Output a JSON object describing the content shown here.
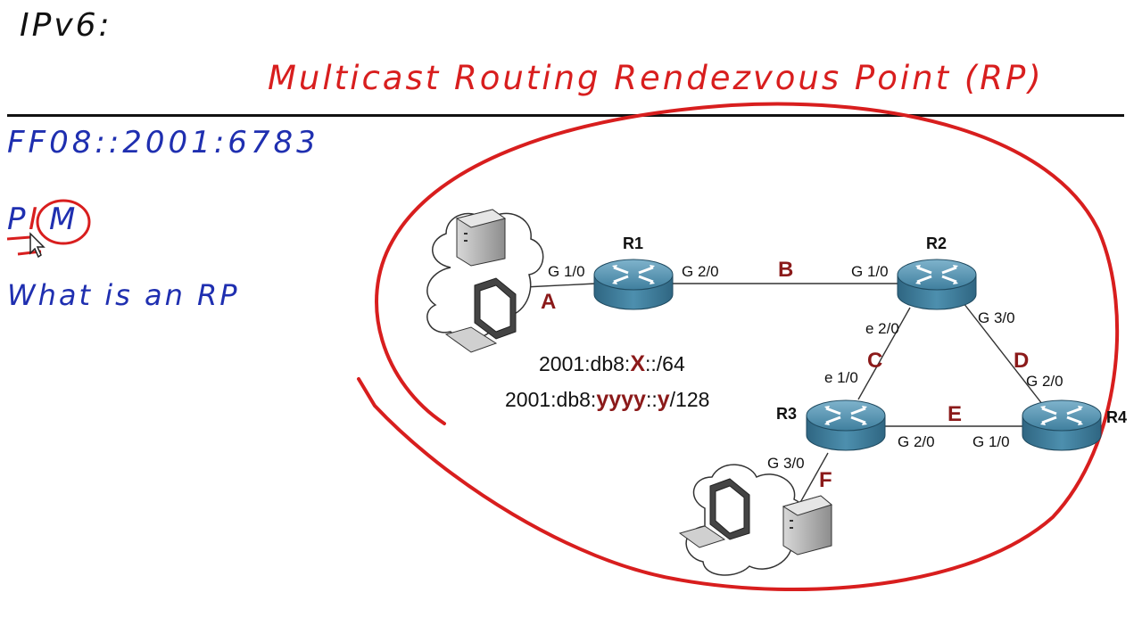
{
  "header": {
    "topic": "IPv6:",
    "title": "Multicast Routing Rendezvous Point (RP)"
  },
  "notes": {
    "multicast_address": "FF08::2001:6783",
    "pim_p": "P",
    "pim_i": "I",
    "pim_m": "M",
    "question": "What is an RP"
  },
  "colors": {
    "ink_red": "#d81e1e",
    "ink_blue": "#1f2fb0",
    "segment_label": "#8b1a1a",
    "router": "#4a8aa8"
  },
  "diagram": {
    "routers": {
      "r1": "R1",
      "r2": "R2",
      "r3": "R3",
      "r4": "R4"
    },
    "segments": {
      "a": "A",
      "b": "B",
      "c": "C",
      "d": "D",
      "e": "E",
      "f": "F"
    },
    "interfaces": {
      "r1_g10": "G 1/0",
      "r1_g20": "G 2/0",
      "r2_g10": "G 1/0",
      "r2_e20": "e 2/0",
      "r2_g30": "G 3/0",
      "r3_e10": "e 1/0",
      "r3_g20": "G 2/0",
      "r3_g30": "G 3/0",
      "r4_g20": "G 2/0",
      "r4_g10": "G 1/0"
    },
    "addressing": {
      "line1_prefix": "2001:db8:",
      "line1_var": "X",
      "line1_suffix": "::/64",
      "line2_prefix": "2001:db8:",
      "line2_var1": "yyyy",
      "line2_sep": "::",
      "line2_var2": "y",
      "line2_suffix": "/128"
    }
  }
}
